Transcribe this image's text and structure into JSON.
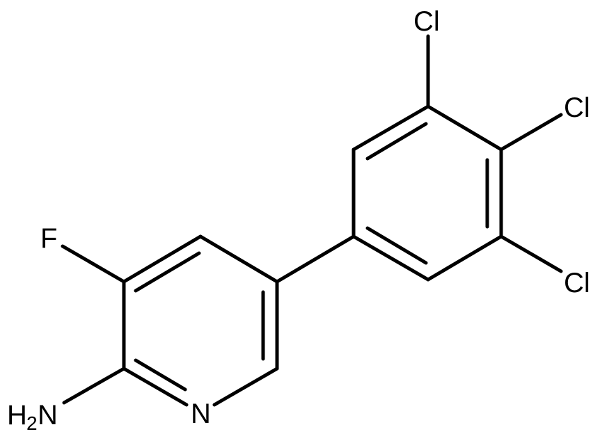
{
  "atom_labels": {
    "f": "F",
    "cl_top": "Cl",
    "cl_mid": "Cl",
    "cl_bottom": "Cl",
    "n_ring": "N",
    "nh2_h": "H",
    "nh2_sub": "2",
    "nh2_n": "N"
  },
  "colors": {
    "bond": "#000000",
    "text": "#000000",
    "background": "#ffffff"
  }
}
